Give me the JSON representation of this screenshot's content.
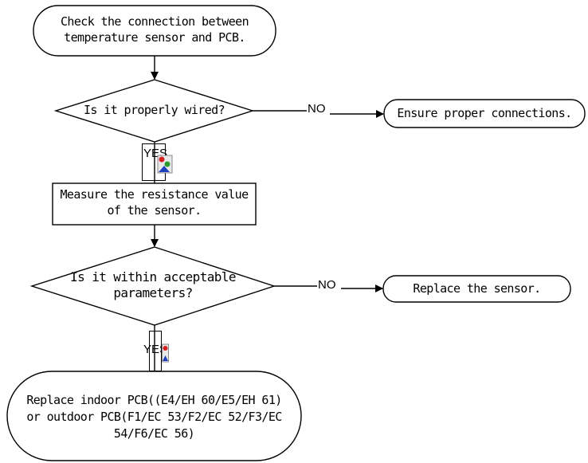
{
  "nodes": {
    "start": {
      "lines": [
        "Check the connection between",
        "temperature sensor and PCB."
      ]
    },
    "decision1": {
      "lines": [
        "Is it properly wired?"
      ]
    },
    "ensure": {
      "lines": [
        "Ensure proper connections."
      ]
    },
    "measure": {
      "lines": [
        "Measure the resistance value",
        "of the sensor."
      ]
    },
    "decision2": {
      "lines": [
        "Is it within acceptable",
        "parameters?"
      ]
    },
    "replace_sensor": {
      "lines": [
        "Replace the sensor."
      ]
    },
    "replace_pcb": {
      "lines": [
        "Replace indoor PCB((E4/EH 60/E5/EH 61)",
        "or outdoor PCB(F1/EC 53/F2/EC 52/F3/EC",
        "54/F6/EC 56)"
      ]
    }
  },
  "labels": {
    "no1": "NO",
    "yes1": "YES",
    "no2": "NO",
    "yes2": "YES"
  },
  "icons": [
    "embedded-object-icon",
    "embedded-object-icon"
  ],
  "colors": {
    "stroke": "#000000",
    "background": "#ffffff"
  }
}
